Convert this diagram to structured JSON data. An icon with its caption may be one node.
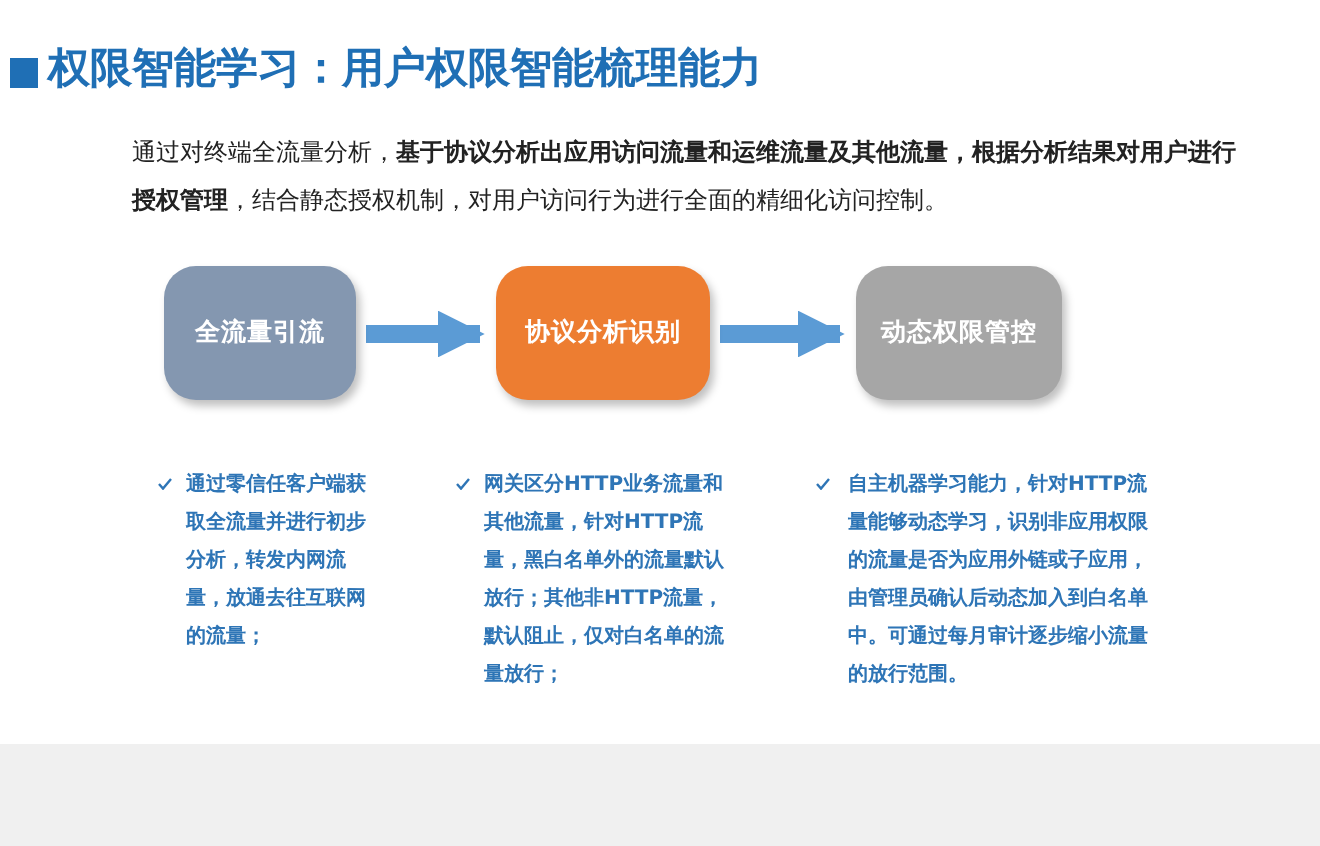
{
  "diagram": {
    "title": "权限智能学习：用户权限智能梳理能力",
    "nodes": [
      {
        "text": [
          "全流量引流"
        ],
        "beside": [
          "通过零信任客户端获取全流量并进行初步分析，转发内网流量，放通去往互联网的流量；"
        ]
      },
      {
        "text": [
          "协议分析识别"
        ],
        "beside": [
          "网关区分HTTP业务流量和其他流量，针对HTTP流量，黑白名单外的流量默认放行；其他非HTTP流量，默认阻止，仅对白名单的流量放行；"
        ]
      },
      {
        "text": [
          "动态权限管控"
        ],
        "beside": [
          "自主机器学习能力，针对HTTP流量能够动态学习，识别非应用权限的流量是否为应用外链或子应用，由管理员确认后动态加入到白名单中。可通过每月审计逐步缩小流量的放行范围。"
        ]
      }
    ],
    "edges": [
      {
        "from": 0,
        "to": 1,
        "arrow": "to"
      },
      {
        "from": 1,
        "to": 2,
        "arrow": "to"
      }
    ],
    "labels": [
      "通过对终端全流量分析，**基于协议分析出应用访问流量和运维流量及其他流量，根据分析结果对用户进行授权管理**，结合静态授权机制，对用户访问行为进行全面的精细化访问控制。"
    ]
  }
}
